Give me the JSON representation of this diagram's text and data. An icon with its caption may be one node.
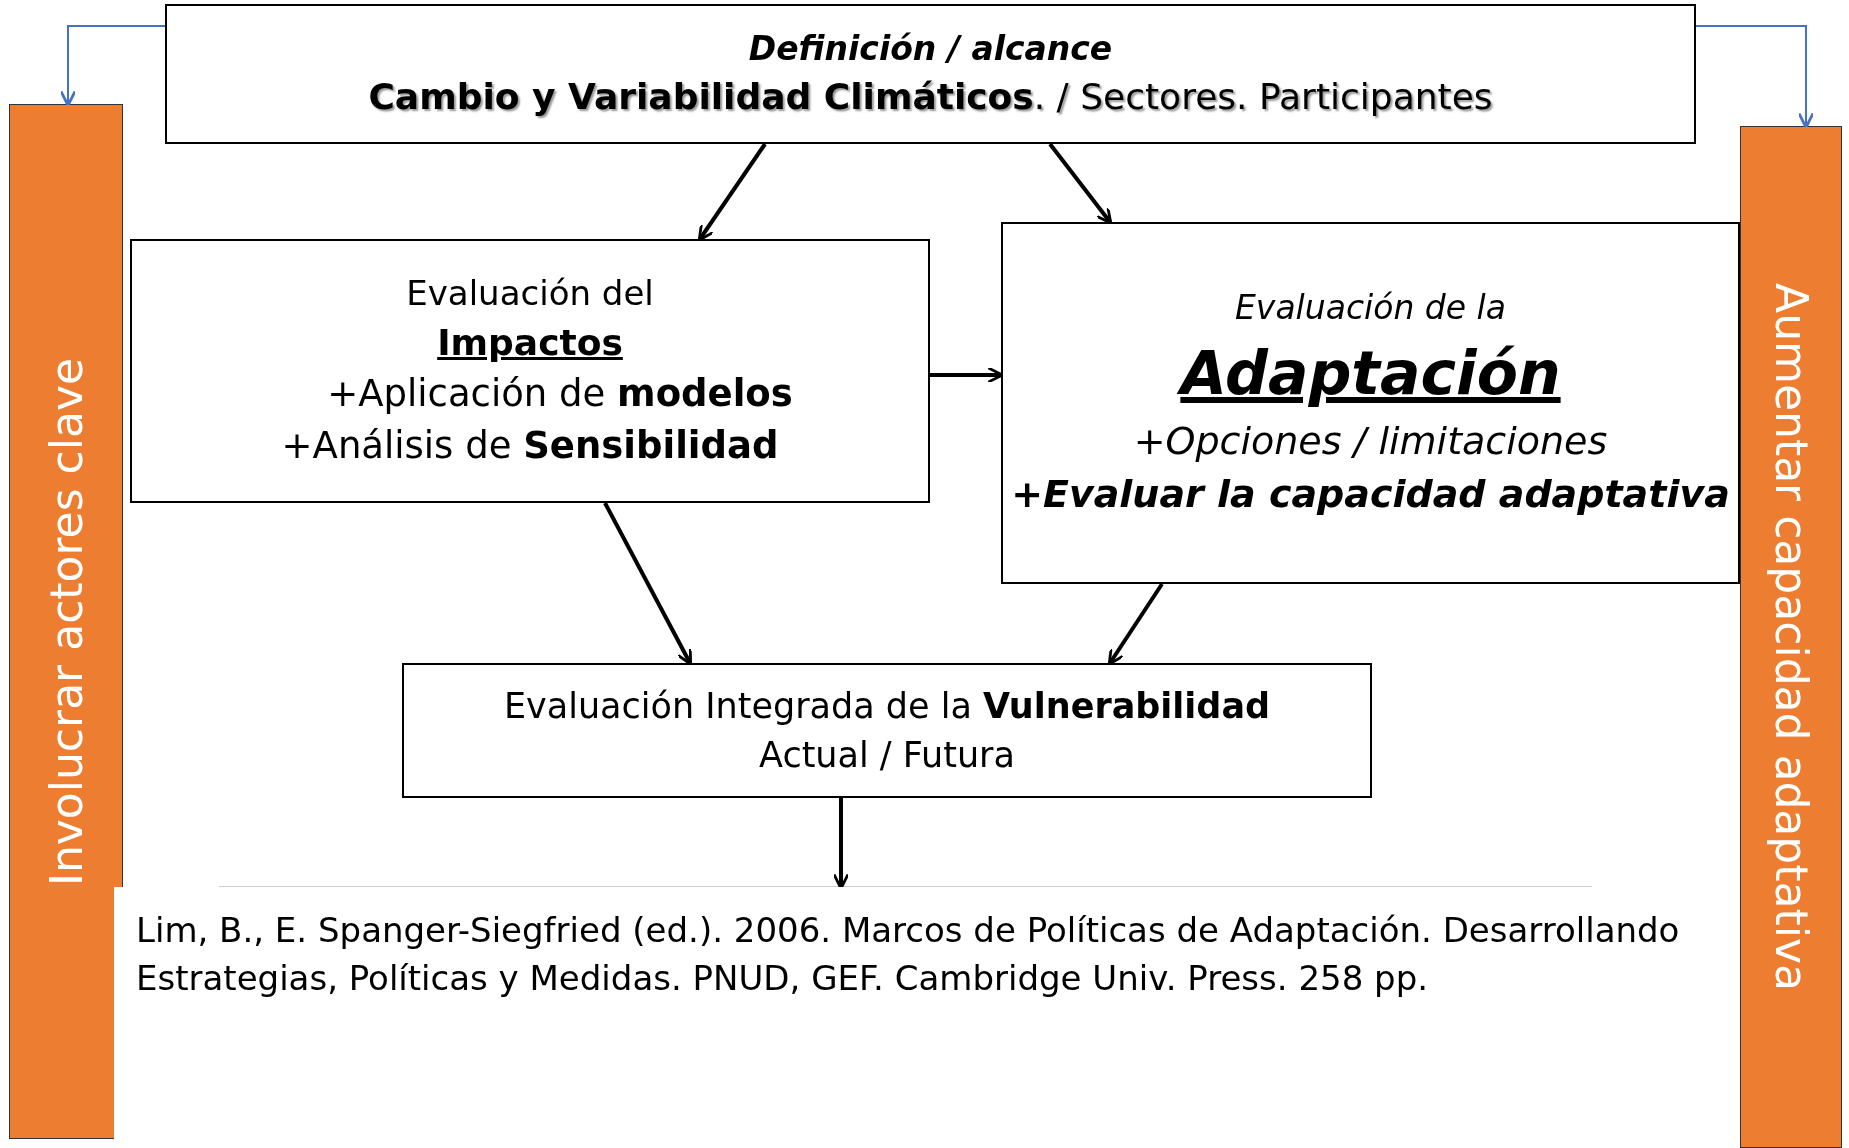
{
  "diagram": {
    "nodes": [
      {
        "text": [
          "Definición / alcance",
          "**Cambio y Variabilidad Climáticos**. / Sectores. Participantes"
        ]
      },
      {
        "text": [
          "Involucrar actores clave"
        ]
      },
      {
        "text": [
          "Aumentar capacidad adaptativa"
        ]
      },
      {
        "text": [
          "Evaluación del",
          "Impactos",
          "+Aplicación de **modelos**",
          "+Análisis de **Sensibilidad**"
        ]
      },
      {
        "text": [
          "Evaluación de la",
          "Adaptación",
          "+Opciones / limitaciones",
          "+Evaluar la capacidad adaptativa"
        ]
      },
      {
        "text": [
          "Evaluación Integrada de la **Vulnerabilidad**",
          "Actual / Futura"
        ]
      },
      {
        "text": [
          "Lim, B., E. Spanger-Siegfried (ed.). 2006. Marcos de Políticas de Adaptación. Desarrollando Estrategias, Políticas y Medidas. PNUD, GEF. Cambridge Univ. Press. 258 pp."
        ]
      }
    ],
    "edges": [
      {
        "from": 0,
        "to": 1,
        "arrow": "to",
        "color": "#4472c4"
      },
      {
        "from": 0,
        "to": 2,
        "arrow": "to",
        "color": "#4472c4"
      },
      {
        "from": 0,
        "to": 3,
        "arrow": "to"
      },
      {
        "from": 0,
        "to": 4,
        "arrow": "to"
      },
      {
        "from": 3,
        "to": 4,
        "arrow": "to"
      },
      {
        "from": 3,
        "to": 5,
        "arrow": "to"
      },
      {
        "from": 4,
        "to": 5,
        "arrow": "to"
      },
      {
        "from": 5,
        "to": 6,
        "arrow": "to"
      }
    ]
  }
}
